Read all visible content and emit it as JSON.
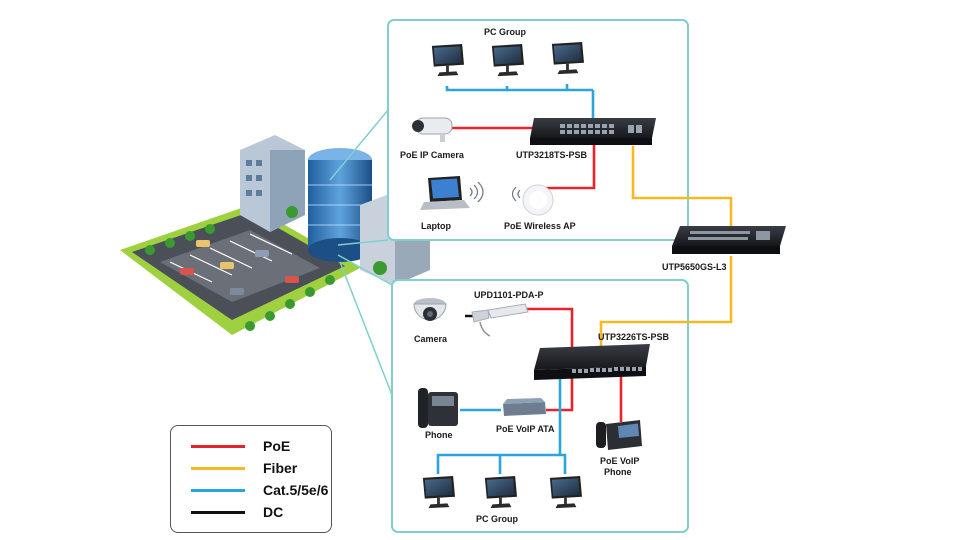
{
  "colors": {
    "poe": "#e8232b",
    "fiber": "#f5b925",
    "cat": "#2aa6db",
    "dc": "#111111",
    "panel_border": "#7fcfd0"
  },
  "top_panel": {
    "pc_group_label": "PC Group",
    "camera_label": "PoE IP Camera",
    "switch_label": "UTP3218TS-PSB",
    "laptop_label": "Laptop",
    "ap_label": "PoE Wireless AP"
  },
  "core": {
    "switch_label": "UTP5650GS-L3"
  },
  "bottom_panel": {
    "injector_label": "UPD1101-PDA-P",
    "switch_label": "UTP3226TS-PSB",
    "camera_label": "Camera",
    "phone_label": "Phone",
    "ata_label": "PoE VoIP ATA",
    "voip_phone_label_1": "PoE VoIP",
    "voip_phone_label_2": "Phone",
    "pc_group_label": "PC Group"
  },
  "legend": [
    {
      "label": "PoE",
      "color": "#e8232b"
    },
    {
      "label": "Fiber",
      "color": "#f5b925"
    },
    {
      "label": "Cat.5/5e/6",
      "color": "#2aa6db"
    },
    {
      "label": "DC",
      "color": "#111111"
    }
  ]
}
